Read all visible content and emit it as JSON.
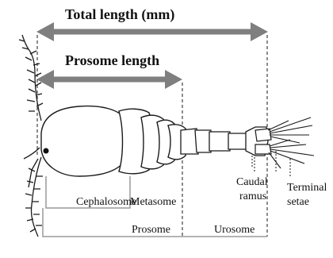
{
  "colors": {
    "arrow": "#7f7f7f",
    "outline": "#1a1a1a",
    "bracket": "#9a9a9a",
    "body_fill": "#ffffff"
  },
  "labels": {
    "total_length": "Total length (mm)",
    "prosome_length": "Prosome length",
    "cephalosome": "Cephalosome",
    "metasome": "Metasome",
    "prosome": "Prosome",
    "urosome": "Urosome",
    "caudal_ramus_line1": "Caudal",
    "caudal_ramus_line2": "ramus",
    "terminal_setae_line1": "Terminal",
    "terminal_setae_line2": "setae"
  }
}
